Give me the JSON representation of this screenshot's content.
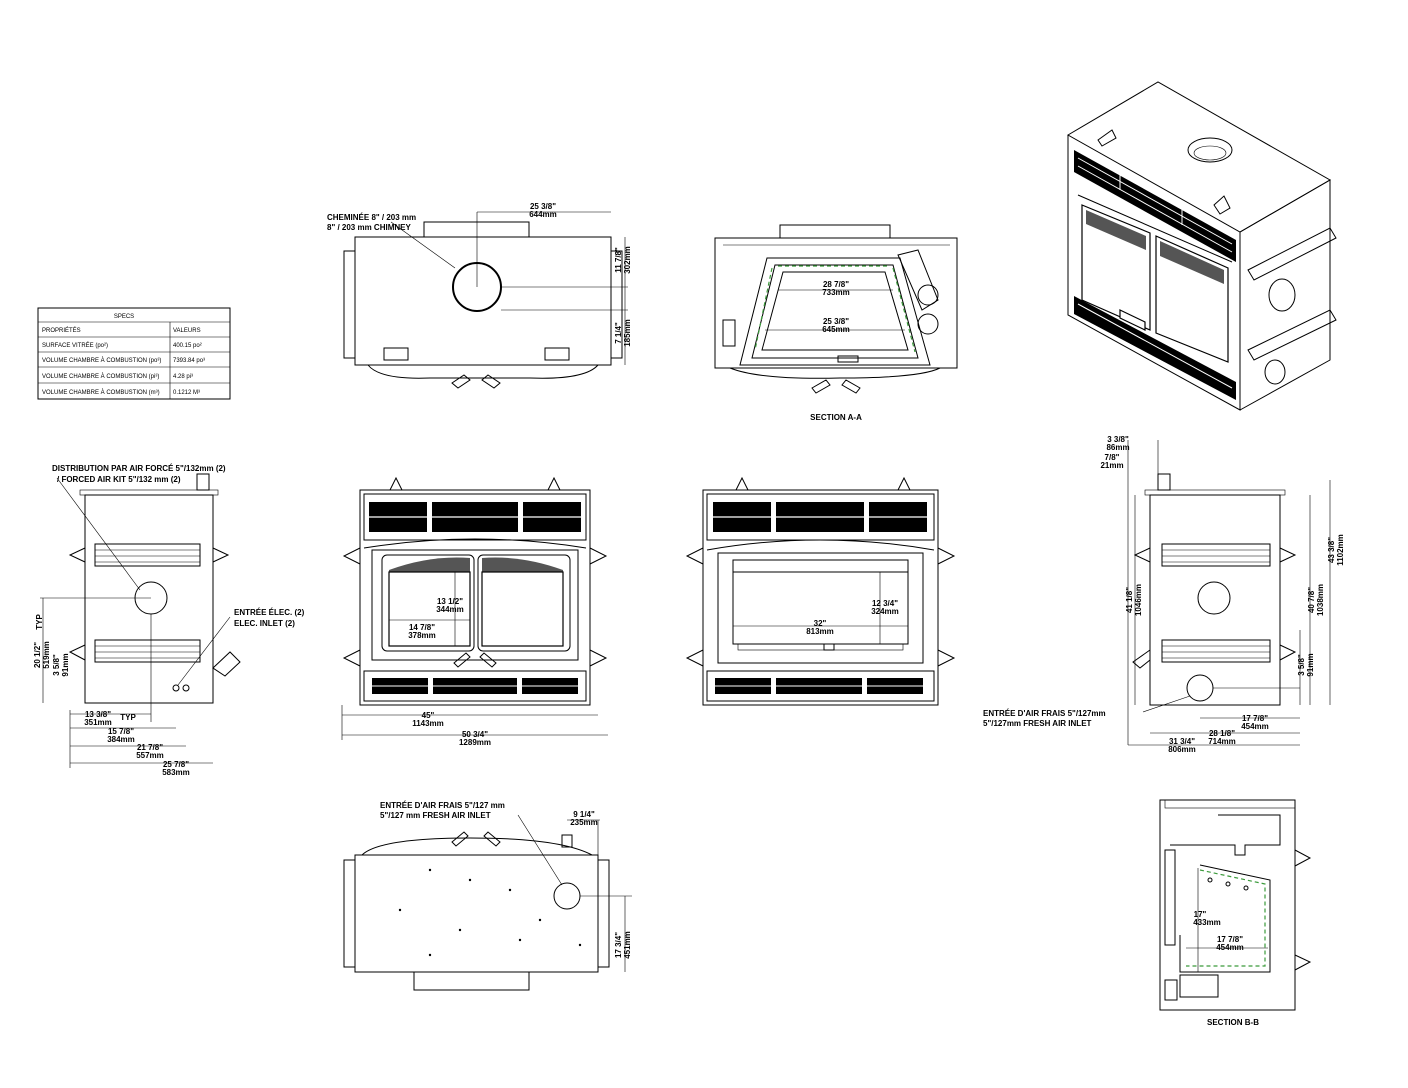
{
  "specs": {
    "title": "SPECS",
    "header": [
      "PROPRIÉTÉS",
      "VALEURS"
    ],
    "rows": [
      [
        "SURFACE VITRÉE (po²)",
        "400.15 po²"
      ],
      [
        "VOLUME CHAMBRE À COMBUSTION (po³)",
        "7393.84 po³"
      ],
      [
        "VOLUME CHAMBRE À COMBUSTION (pi³)",
        "4.28 pi³"
      ],
      [
        "VOLUME CHAMBRE À COMBUSTION (m³)",
        "0.1212 M³"
      ]
    ]
  },
  "top_view": {
    "chimney_fr": "CHEMINÉE 8\" / 203 mm",
    "chimney_en": "8\" / 203 mm CHIMNEY",
    "dim_width": [
      "25 3/8\"",
      "644mm"
    ],
    "dim_depth1": [
      "11 7/8\"",
      "302mm"
    ],
    "dim_depth2": [
      "7 1/4\"",
      "185mm"
    ]
  },
  "section_aa": {
    "label": "SECTION A-A",
    "dim_top": [
      "28 7/8\"",
      "733mm"
    ],
    "dim_bottom": [
      "25 3/8\"",
      "645mm"
    ]
  },
  "side_left": {
    "air_fr": "DISTRIBUTION PAR AIR FORCÉ 5\"/132mm (2)",
    "air_en": "/ FORCED AIR KIT 5\"/132 mm (2)",
    "elec_fr": "ENTRÉE ÉLEC. (2)",
    "elec_en": "ELEC. INLET (2)",
    "typ": "TYP",
    "dim_h1": [
      "20 1/2\"",
      "519mm"
    ],
    "dim_h2": [
      "3 5/8\"",
      "91mm"
    ],
    "dim_w1": [
      "13 3/8\"",
      "351mm"
    ],
    "dim_w2": [
      "15 7/8\"",
      "384mm"
    ],
    "dim_w3": [
      "21 7/8\"",
      "557mm"
    ],
    "dim_w4": [
      "25 7/8\"",
      "583mm"
    ]
  },
  "front_door": {
    "dim_glass_h": [
      "13 1/2\"",
      "344mm"
    ],
    "dim_glass_w": [
      "14 7/8\"",
      "378mm"
    ],
    "dim_w1": [
      "45\"",
      "1143mm"
    ],
    "dim_w2": [
      "50 3/4\"",
      "1289mm"
    ]
  },
  "front_open": {
    "dim_h": [
      "12 3/4\"",
      "324mm"
    ],
    "dim_w": [
      "32\"",
      "813mm"
    ]
  },
  "side_right": {
    "dim_a": [
      "3 3/8\"",
      "86mm"
    ],
    "dim_b": [
      "7/8\"",
      "21mm"
    ],
    "dim_h1": [
      "41 1/8\"",
      "1046mm"
    ],
    "dim_h2": [
      "40 7/8\"",
      "1038mm"
    ],
    "dim_h3": [
      "43 3/8\"",
      "1102mm"
    ],
    "dim_h4": [
      "3 5/8\"",
      "91mm"
    ],
    "air_fr": "ENTRÉE D'AIR FRAIS 5\"/127mm",
    "air_en": "5\"/127mm FRESH AIR INLET",
    "dim_w1": [
      "17 7/8\"",
      "454mm"
    ],
    "dim_w2": [
      "28 1/8\"",
      "714mm"
    ],
    "dim_w3": [
      "31 3/4\"",
      "806mm"
    ]
  },
  "bottom_view": {
    "air_fr": "ENTRÉE D'AIR FRAIS 5\"/127 mm",
    "air_en": "5\"/127 mm FRESH AIR INLET",
    "dim_a": [
      "9 1/4\"",
      "235mm"
    ],
    "dim_b": [
      "17 3/4\"",
      "451mm"
    ]
  },
  "section_bb": {
    "label": "SECTION B-B",
    "dim_h": [
      "17\"",
      "433mm"
    ],
    "dim_w": [
      "17 7/8\"",
      "454mm"
    ]
  }
}
